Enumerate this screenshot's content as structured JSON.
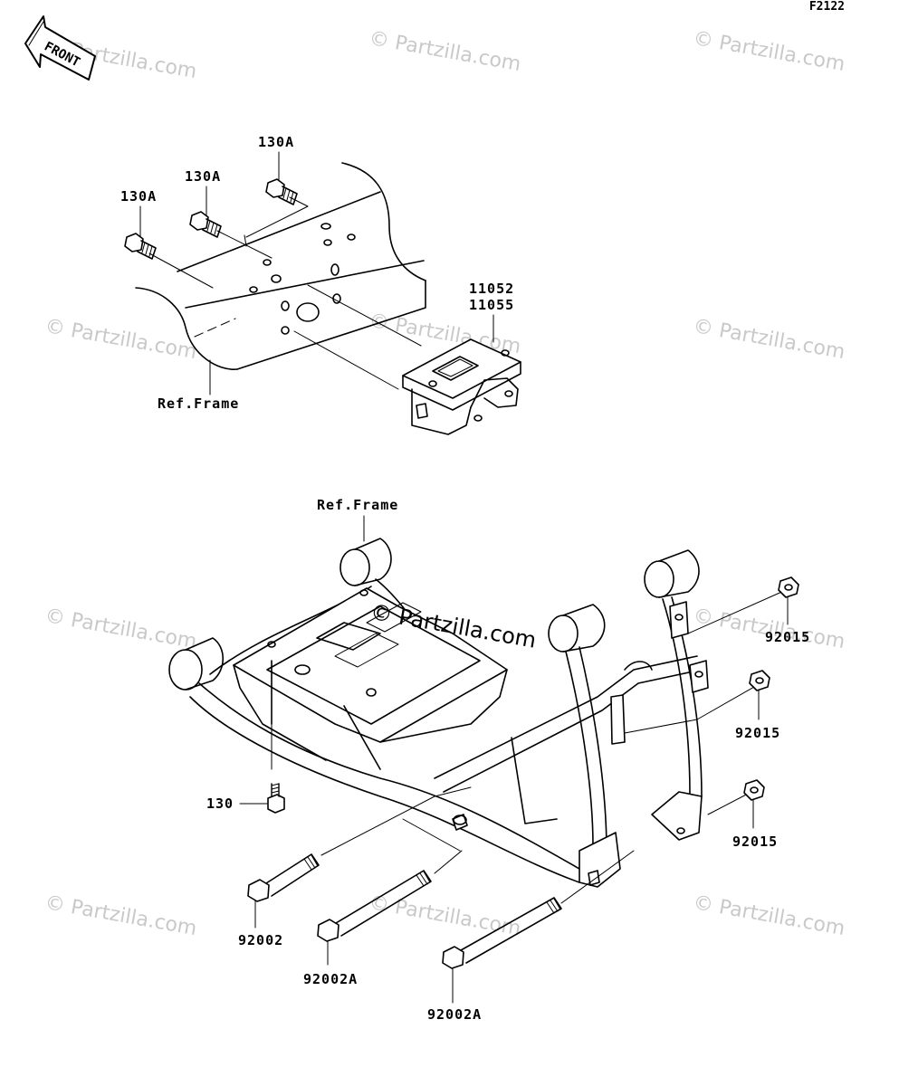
{
  "diagram_code": "F2122",
  "front_arrow_text": "FRONT",
  "watermark": "© Partzilla.com",
  "labels": {
    "bolt_a1": "130A",
    "bolt_a2": "130A",
    "bolt_a3": "130A",
    "bracket_1": "11052",
    "bracket_2": "11055",
    "ref_frame_top": "Ref.Frame",
    "ref_frame_bottom": "Ref.Frame",
    "nut_1": "92015",
    "nut_2": "92015",
    "nut_3": "92015",
    "bolt_130": "130",
    "bolt_92002": "92002",
    "bolt_92002a_1": "92002A",
    "bolt_92002a_2": "92002A"
  }
}
